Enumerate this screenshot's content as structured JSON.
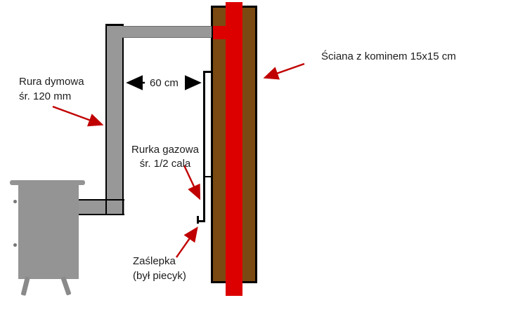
{
  "diagram": {
    "labels": {
      "smoke_pipe": {
        "line1": "Rura dymowa",
        "line2": "śr. 120 mm"
      },
      "dimension_60cm": "60 cm",
      "wall_chimney": "Ściana z kominem 15x15 cm",
      "gas_pipe": {
        "line1": "Rurka gazowa",
        "line2": "śr. 1/2 cala"
      },
      "cap": {
        "line1": "Zaślepka",
        "line2": "(był piecyk)"
      }
    },
    "colors": {
      "wall_brown": "#7B4A12",
      "chimney_red": "#DD0000",
      "arrow_red": "#C00000",
      "dimension_black": "#000000",
      "pipe_gray": "#989898",
      "stove_gray": "#949494"
    }
  }
}
